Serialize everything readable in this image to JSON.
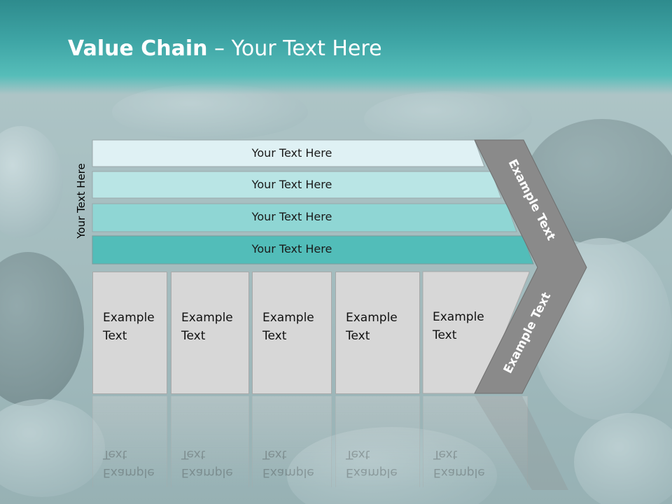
{
  "slide": {
    "title_bold": "Value Chain",
    "title_rest": " – Your Text Here",
    "vertical_label": "Your Text Here"
  },
  "bars": [
    {
      "label": "Your Text Here",
      "color": "#dff1f4"
    },
    {
      "label": "Your Text Here",
      "color": "#b9e5e5"
    },
    {
      "label": "Your Text Here",
      "color": "#8fd6d4"
    },
    {
      "label": "Your Text Here",
      "color": "#52bdb9"
    }
  ],
  "boxes": [
    {
      "line1": "Example",
      "line2": "Text"
    },
    {
      "line1": "Example",
      "line2": "Text"
    },
    {
      "line1": "Example",
      "line2": "Text"
    },
    {
      "line1": "Example",
      "line2": "Text"
    },
    {
      "line1": "Example",
      "line2": "Text"
    }
  ],
  "chevron": {
    "upper_text": "Example Text",
    "lower_text": "Example Text",
    "color": "#8a8a8a"
  }
}
